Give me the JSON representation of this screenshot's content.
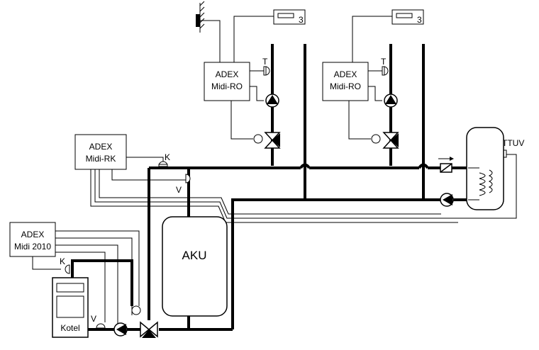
{
  "controllers": {
    "ro_left": {
      "line1": "ADEX",
      "line2": "Midi-RO"
    },
    "ro_right": {
      "line1": "ADEX",
      "line2": "Midi-RO"
    },
    "rk": {
      "line1": "ADEX",
      "line2": "Midi-RK"
    },
    "midi2010": {
      "line1": "ADEX",
      "line2": "Midi 2010"
    }
  },
  "sensors": {
    "t_left": "T",
    "t_right": "T",
    "k_rk": "K",
    "v_rk": "V",
    "k_boiler": "K",
    "v_boiler": "V",
    "ttuv": "TTUV"
  },
  "tanks": {
    "aku": "AKU",
    "kotel": "Kotel"
  }
}
